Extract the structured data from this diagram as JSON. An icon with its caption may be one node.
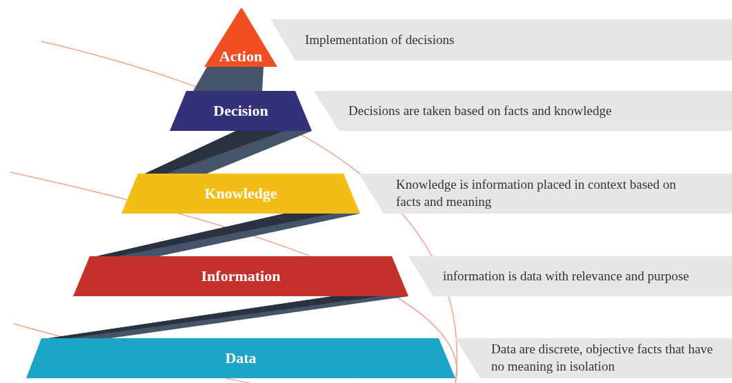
{
  "diagram": {
    "nodes": [
      {
        "text": [
          "Action"
        ]
      },
      {
        "text": [
          "Implementation of decisions"
        ]
      },
      {
        "text": [
          "Decision"
        ]
      },
      {
        "text": [
          "Decisions are taken based on facts and knowledge"
        ]
      },
      {
        "text": [
          "Knowledge"
        ]
      },
      {
        "text": [
          "Knowledge is information placed in context based on facts and meaning"
        ]
      },
      {
        "text": [
          "Information"
        ]
      },
      {
        "text": [
          "information is data with relevance and purpose"
        ]
      },
      {
        "text": [
          "Data"
        ]
      },
      {
        "text": [
          "Data are discrete, objective facts that have no meaning in isolation"
        ]
      }
    ]
  }
}
